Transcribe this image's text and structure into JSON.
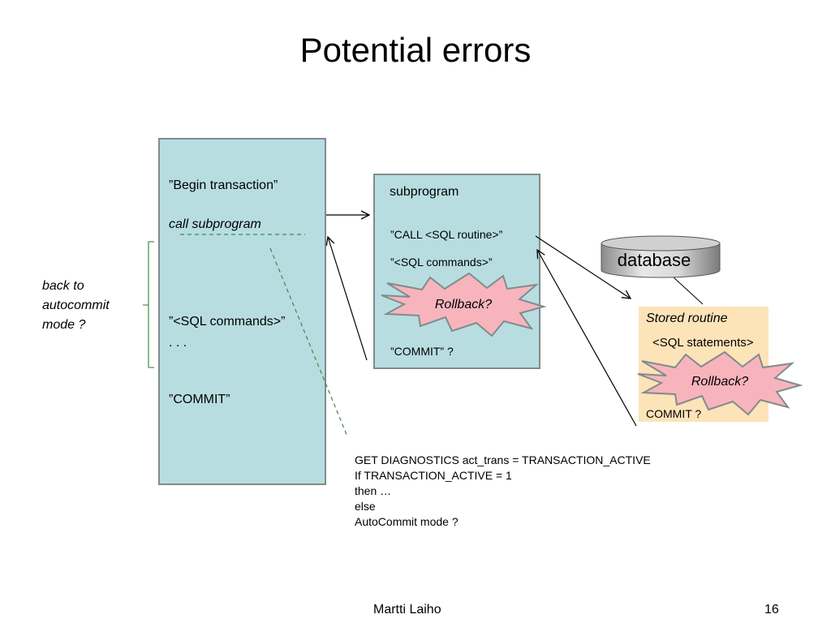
{
  "slide": {
    "title": "Potential errors",
    "footer_author": "Martti Laiho",
    "page_number": "16"
  },
  "main_program": {
    "begin": "”Begin transaction”",
    "call": "call subprogram",
    "sql": "”<SQL commands>”",
    "dots": ". . .",
    "commit": "”COMMIT”"
  },
  "note": {
    "line1": "back to",
    "line2": "autocommit",
    "line3": "mode ?"
  },
  "subprogram": {
    "title": "subprogram",
    "call": "”CALL <SQL routine>”",
    "sql": "”<SQL commands>”",
    "rollback": "Rollback?",
    "commit": "”COMMIT” ?"
  },
  "database": {
    "label": "database"
  },
  "stored_routine": {
    "title": "Stored routine",
    "sql": "<SQL statements>",
    "rollback": "Rollback?",
    "commit": "COMMIT ?"
  },
  "diagnostics": {
    "line1": "GET DIAGNOSTICS  act_trans = TRANSACTION_ACTIVE",
    "line2": "If TRANSACTION_ACTIVE = 1",
    "line3": "then …",
    "line4": "else",
    "line5": "AutoCommit mode ?"
  },
  "colors": {
    "box_fill": "#b8dde1",
    "stored_fill": "#fde3b8",
    "starburst_fill": "#f8b4bd",
    "bracket": "#4a9a4a"
  }
}
